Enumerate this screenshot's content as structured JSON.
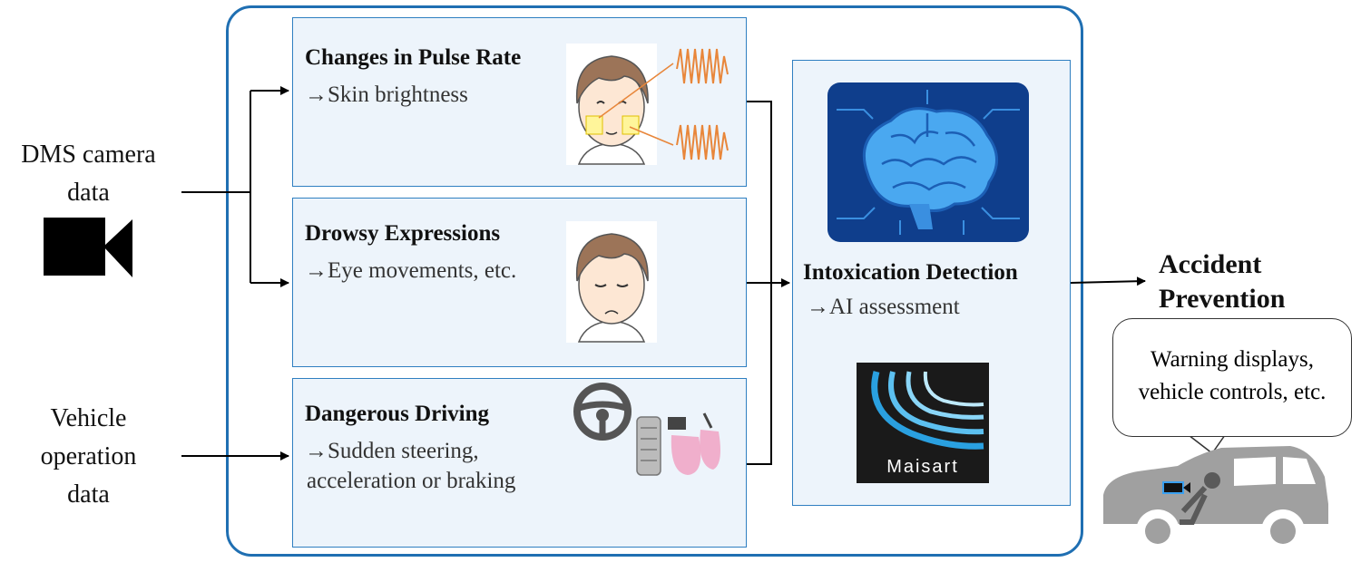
{
  "inputs": {
    "dms_line1": "DMS camera",
    "dms_line2": "data",
    "vehicle_line1": "Vehicle",
    "vehicle_line2": "operation",
    "vehicle_line3": "data"
  },
  "cards": [
    {
      "title": "Changes in Pulse Rate",
      "sub1": "→Skin brightness"
    },
    {
      "title": "Drowsy Expressions",
      "sub1": "→Eye movements, etc."
    },
    {
      "title": "Dangerous Driving",
      "sub1": "→Sudden steering,",
      "sub2": "acceleration or braking"
    }
  ],
  "detection": {
    "title": "Intoxication Detection",
    "sub": "→AI assessment",
    "logo_text": "Maisart"
  },
  "output": {
    "line1": "Accident",
    "line2": "Prevention",
    "bubble_line1": "Warning displays,",
    "bubble_line2": "vehicle controls, etc."
  },
  "colors": {
    "frame": "#1f6fb2",
    "card_fill": "#edf4fb",
    "wave": "#e8863a",
    "brain": "#3a8fe0",
    "car": "#a0a0a0"
  },
  "icons": [
    "video-camera-icon",
    "face-pulse-icon",
    "face-drowsy-icon",
    "steering-wheel-icon",
    "pedals-icon",
    "ai-brain-icon",
    "maisart-logo",
    "car-icon"
  ]
}
